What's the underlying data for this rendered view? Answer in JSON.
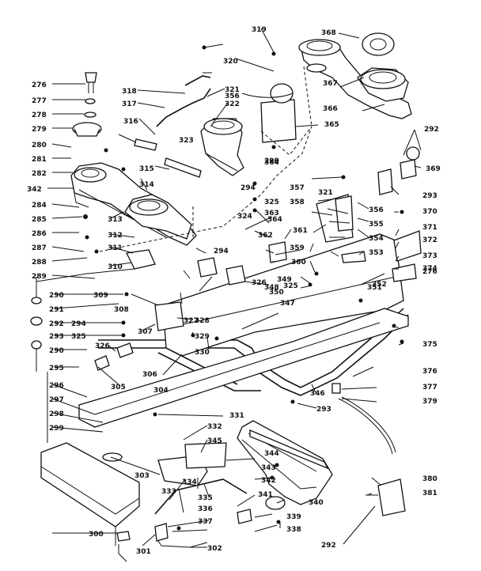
{
  "callouts": [
    "276",
    "277",
    "278",
    "279",
    "280",
    "281",
    "282",
    "342",
    "284",
    "285",
    "286",
    "287",
    "288",
    "289",
    "290",
    "291",
    "292",
    "293",
    "290",
    "295",
    "296",
    "297",
    "298",
    "299",
    "300",
    "301",
    "302",
    "303",
    "304",
    "305",
    "306",
    "307",
    "308",
    "309",
    "310",
    "311",
    "312",
    "313",
    "314",
    "315",
    "316",
    "317",
    "318",
    "319",
    "320",
    "321",
    "322",
    "323",
    "324",
    "325",
    "326",
    "327",
    "328",
    "329",
    "330",
    "331",
    "332",
    "333",
    "334",
    "335",
    "336",
    "337",
    "338",
    "339",
    "340",
    "341",
    "342",
    "343",
    "344",
    "345",
    "346",
    "347",
    "348",
    "349",
    "350",
    "351",
    "352",
    "353",
    "354",
    "355",
    "356",
    "357",
    "358",
    "359",
    "360",
    "361",
    "362",
    "363",
    "364",
    "365",
    "366",
    "367",
    "368",
    "369",
    "370",
    "371",
    "372",
    "373",
    "374",
    "375",
    "376",
    "377",
    "379",
    "380",
    "381",
    "292",
    "293",
    "294",
    "325",
    "326",
    "292",
    "293",
    "294",
    "325",
    "321",
    "364",
    "356",
    "290",
    "276",
    "294"
  ]
}
